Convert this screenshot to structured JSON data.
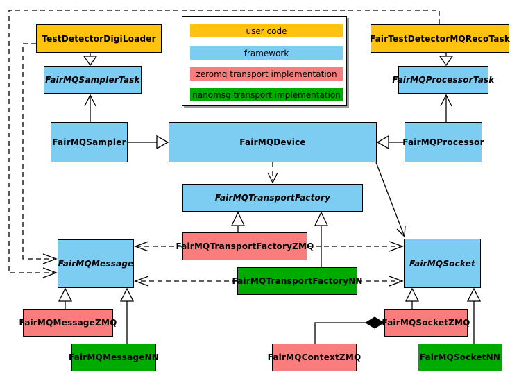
{
  "colors": {
    "user_code": "#FFC20E",
    "framework": "#7DCDF2",
    "zeromq": "#F97D7D",
    "nanomsg": "#00AB00"
  },
  "legend": {
    "items": [
      {
        "label": "user code",
        "color_key": "user_code"
      },
      {
        "label": "framework",
        "color_key": "framework"
      },
      {
        "label": "zeromq transport implementation",
        "color_key": "zeromq"
      },
      {
        "label": "nanomsg transport implementation",
        "color_key": "nanomsg"
      }
    ]
  },
  "nodes": {
    "test_detector_digi_loader": {
      "label": "TestDetectorDigiLoader",
      "category": "user_code",
      "abstract": false
    },
    "fair_test_detector_mq_reco_task": {
      "label": "FairTestDetectorMQRecoTask",
      "category": "user_code",
      "abstract": false
    },
    "fairmq_sampler_task": {
      "label": "FairMQSamplerTask",
      "category": "framework",
      "abstract": true
    },
    "fairmq_processor_task": {
      "label": "FairMQProcessorTask",
      "category": "framework",
      "abstract": true
    },
    "fairmq_sampler": {
      "label": "FairMQSampler",
      "category": "framework",
      "abstract": false
    },
    "fairmq_device": {
      "label": "FairMQDevice",
      "category": "framework",
      "abstract": false
    },
    "fairmq_processor": {
      "label": "FairMQProcessor",
      "category": "framework",
      "abstract": false
    },
    "fairmq_transport_factory": {
      "label": "FairMQTransportFactory",
      "category": "framework",
      "abstract": true
    },
    "fairmq_transport_factory_zmq": {
      "label": "FairMQTransportFactoryZMQ",
      "category": "zeromq",
      "abstract": false
    },
    "fairmq_transport_factory_nn": {
      "label": "FairMQTransportFactoryNN",
      "category": "nanomsg",
      "abstract": false
    },
    "fairmq_message": {
      "label": "FairMQMessage",
      "category": "framework",
      "abstract": true
    },
    "fairmq_socket": {
      "label": "FairMQSocket",
      "category": "framework",
      "abstract": true
    },
    "fairmq_message_zmq": {
      "label": "FairMQMessageZMQ",
      "category": "zeromq",
      "abstract": false
    },
    "fairmq_message_nn": {
      "label": "FairMQMessageNN",
      "category": "nanomsg",
      "abstract": false
    },
    "fairmq_context_zmq": {
      "label": "FairMQContextZMQ",
      "category": "zeromq",
      "abstract": false
    },
    "fairmq_socket_zmq": {
      "label": "FairMQSocketZMQ",
      "category": "zeromq",
      "abstract": false
    },
    "fairmq_socket_nn": {
      "label": "FairMQSocketNN",
      "category": "nanomsg",
      "abstract": false
    }
  }
}
